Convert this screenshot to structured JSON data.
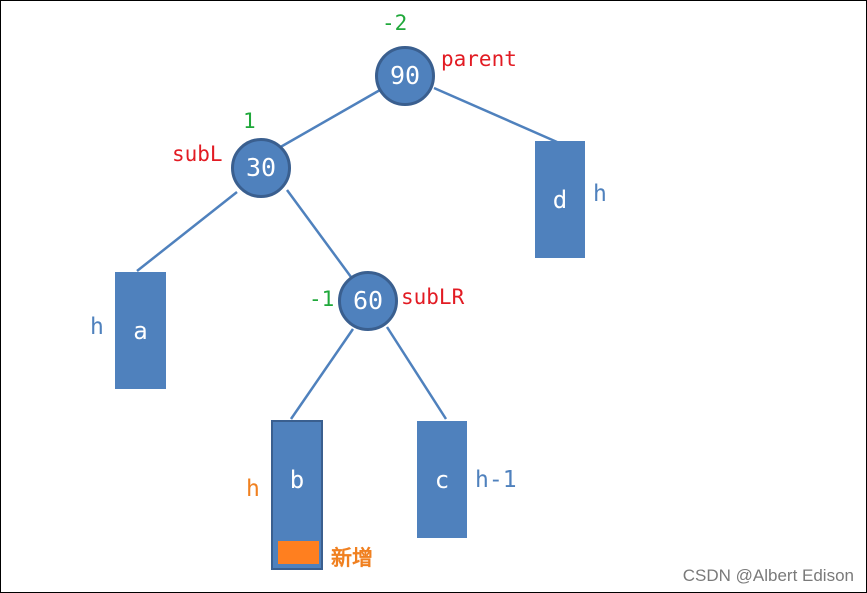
{
  "nodes": {
    "n90": {
      "value": "90",
      "balance_factor": "-2",
      "role": "parent"
    },
    "n30": {
      "value": "30",
      "balance_factor": "1",
      "role": "subL"
    },
    "n60": {
      "value": "60",
      "balance_factor": "-1",
      "role": "subLR"
    }
  },
  "subtrees": {
    "a": {
      "label": "a",
      "height": "h"
    },
    "b": {
      "label": "b",
      "height": "h"
    },
    "c": {
      "label": "c",
      "height": "h-1"
    },
    "d": {
      "label": "d",
      "height": "h"
    }
  },
  "new_node": {
    "label": "新增"
  },
  "watermark": "CSDN @Albert Edison",
  "colors": {
    "node_fill": "#4f81bd",
    "edge": "#4f81bd",
    "balance_factor": "#1fa83a",
    "role": "#e21b23",
    "new_node": "#ff7f1f"
  }
}
